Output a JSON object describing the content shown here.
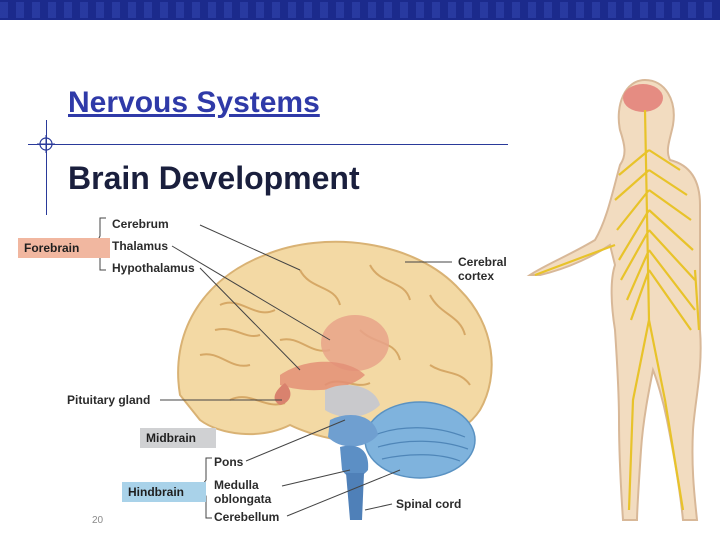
{
  "slide": {
    "title": "Nervous Systems",
    "subtitle": "Brain Development",
    "page_number": "20"
  },
  "diagram": {
    "labels": {
      "cerebrum": "Cerebrum",
      "thalamus": "Thalamus",
      "hypothalamus": "Hypothalamus",
      "cerebral_cortex_line1": "Cerebral",
      "cerebral_cortex_line2": "cortex",
      "pituitary_gland": "Pituitary gland",
      "pons": "Pons",
      "medulla_line1": "Medulla",
      "medulla_line2": "oblongata",
      "cerebellum": "Cerebellum",
      "spinal_cord": "Spinal cord"
    },
    "regions": {
      "forebrain": "Forebrain",
      "midbrain": "Midbrain",
      "hindbrain": "Hindbrain"
    }
  },
  "colors": {
    "title": "#2f3aa8",
    "top_bar": "#1b2a8c",
    "forebrain_tag": "#f1b7a0",
    "midbrain_tag": "#d0d1d3",
    "hindbrain_tag": "#a9d2e9",
    "brain": "#f3d9a4",
    "nerves": "#e8c32a"
  }
}
